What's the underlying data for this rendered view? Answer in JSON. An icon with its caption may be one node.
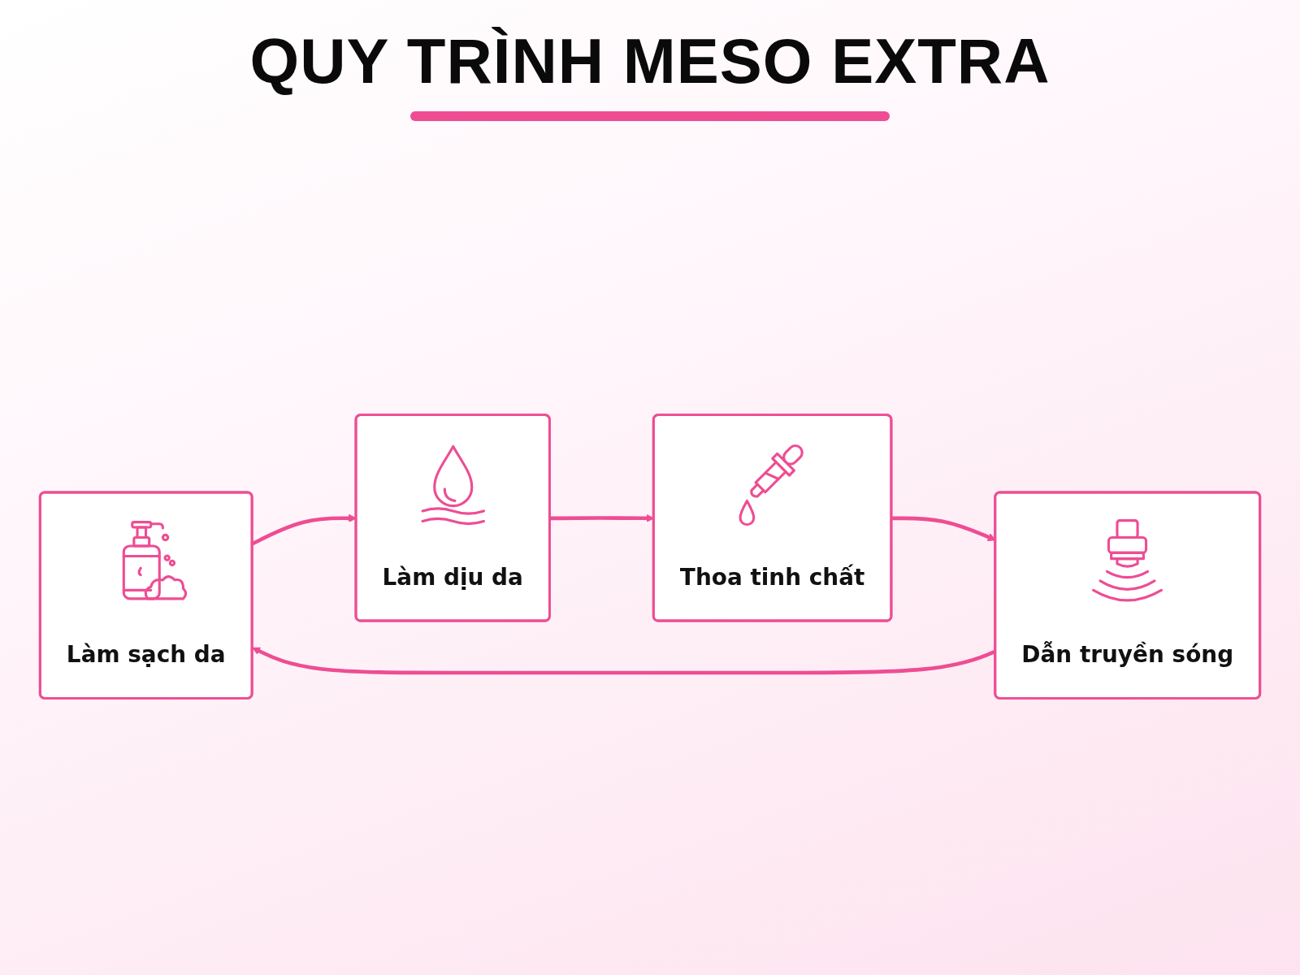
{
  "diagram": {
    "title": "QUY TRÌNH MESO EXTRA",
    "nodes": [
      {
        "text": [
          "Làm sạch da"
        ]
      },
      {
        "text": [
          "Làm dịu da"
        ]
      },
      {
        "text": [
          "Thoa tinh chất"
        ]
      },
      {
        "text": [
          "Dẫn truyền sóng"
        ]
      }
    ],
    "edges": [
      {
        "from": 0,
        "to": 1,
        "arrow": "to"
      },
      {
        "from": 1,
        "to": 2,
        "arrow": "to"
      },
      {
        "from": 2,
        "to": 3,
        "arrow": "to"
      },
      {
        "from": 3,
        "to": 0,
        "arrow": "to"
      }
    ]
  }
}
